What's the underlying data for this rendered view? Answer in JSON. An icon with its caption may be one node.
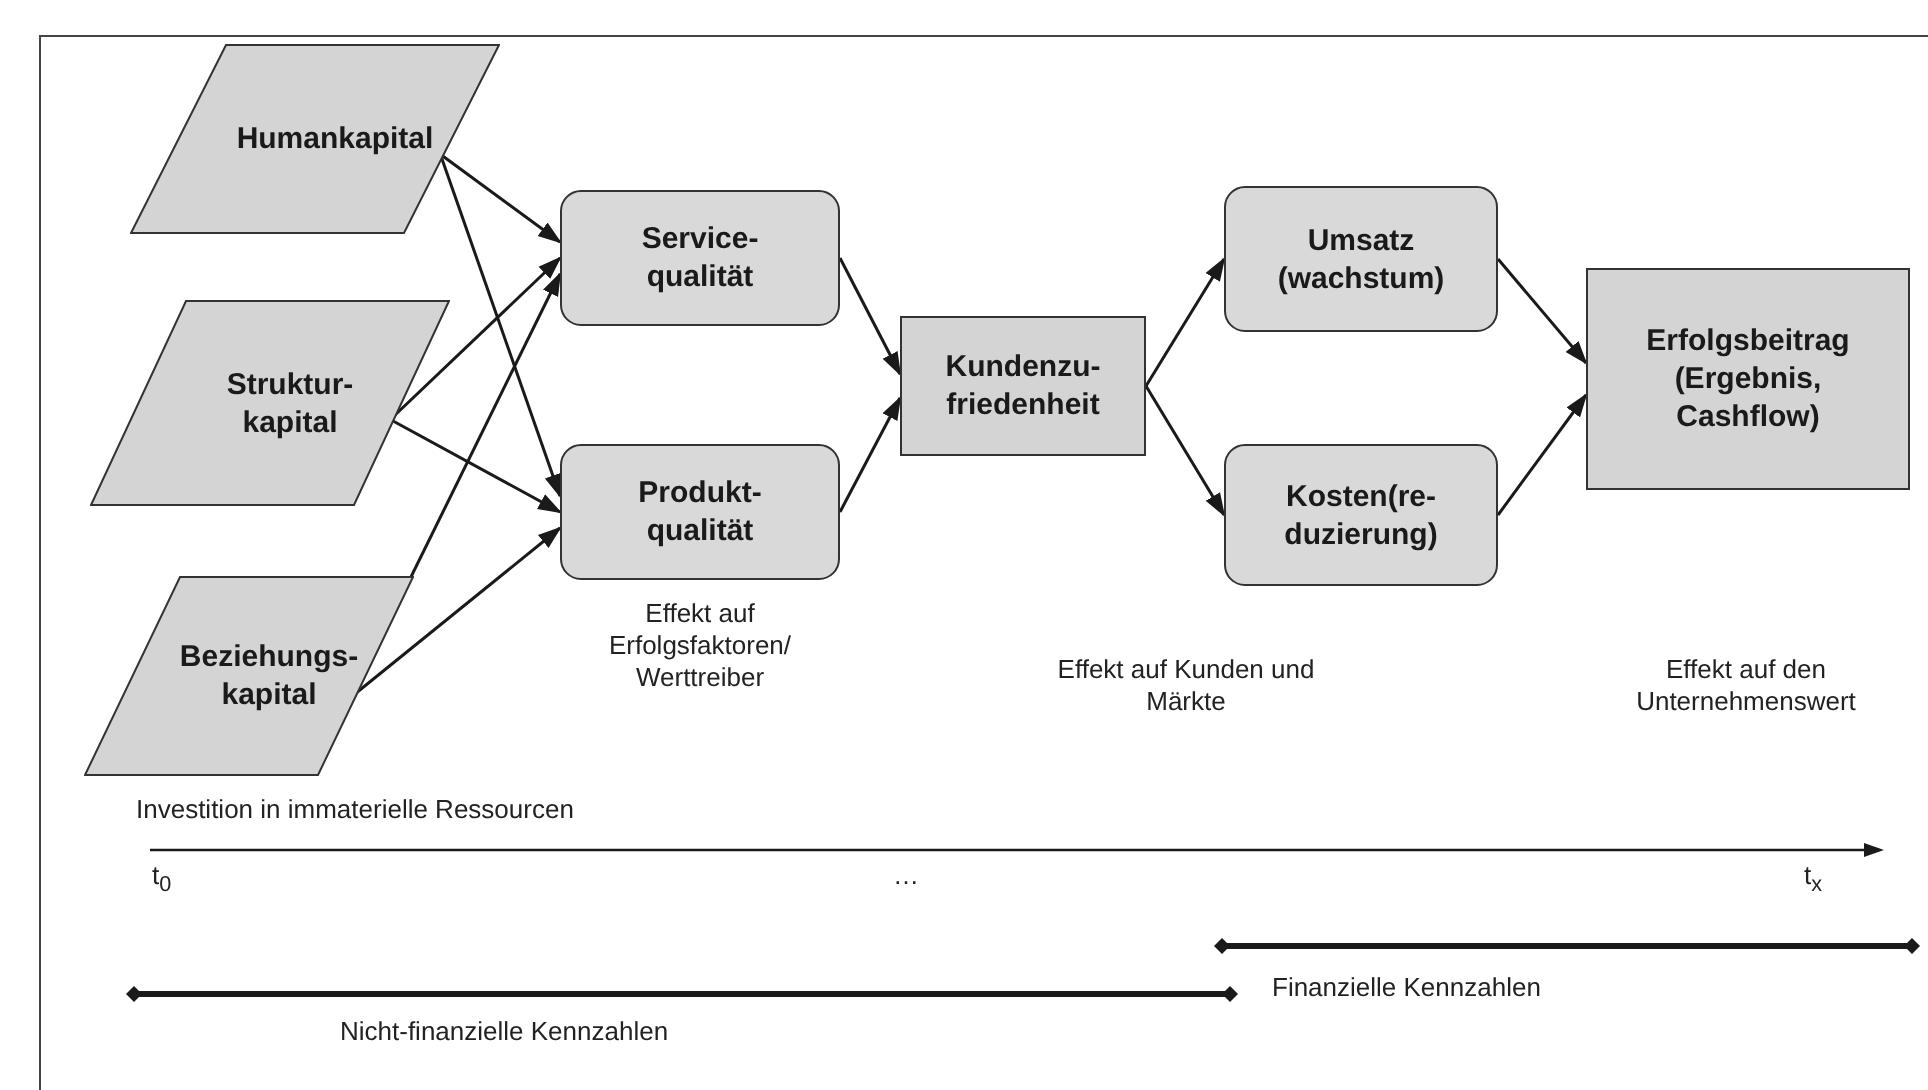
{
  "diagram": {
    "nodes": [
      {
        "text": [
          "Humankapital"
        ]
      },
      {
        "text": [
          "Struktur- kapital"
        ]
      },
      {
        "text": [
          "Beziehungs- kapital"
        ]
      },
      {
        "text": [
          "Service- qualität"
        ]
      },
      {
        "text": [
          "Produkt- qualität"
        ]
      },
      {
        "text": [
          "Kundenzu- friedenheit"
        ]
      },
      {
        "text": [
          "Umsatz (wachstum)"
        ]
      },
      {
        "text": [
          "Kosten(re- duzierung)"
        ]
      },
      {
        "text": [
          "Erfolgsbeitrag (Ergebnis, Cashflow)"
        ]
      }
    ],
    "edges": [
      {
        "from": 0,
        "to": 3,
        "arrow": "to"
      },
      {
        "from": 0,
        "to": 4,
        "arrow": "to"
      },
      {
        "from": 1,
        "to": 3,
        "arrow": "to"
      },
      {
        "from": 1,
        "to": 4,
        "arrow": "to"
      },
      {
        "from": 2,
        "to": 3,
        "arrow": "to"
      },
      {
        "from": 2,
        "to": 4,
        "arrow": "to"
      },
      {
        "from": 3,
        "to": 5,
        "arrow": "to"
      },
      {
        "from": 4,
        "to": 5,
        "arrow": "to"
      },
      {
        "from": 5,
        "to": 6,
        "arrow": "to"
      },
      {
        "from": 5,
        "to": 7,
        "arrow": "to"
      },
      {
        "from": 6,
        "to": 8,
        "arrow": "to"
      },
      {
        "from": 7,
        "to": 8,
        "arrow": "to"
      }
    ],
    "labels": [
      "Effekt auf Erfolgsfaktoren/ Werttreiber",
      "Effekt auf Kunden und Märkte",
      "Effekt auf den Unternehmenswert",
      "Investition in immaterielle Ressourcen",
      "t$_{0}$",
      "…",
      "t$_{x}$",
      "Finanzielle Kennzahlen",
      "Nicht-finanzielle Kennzahlen"
    ]
  }
}
